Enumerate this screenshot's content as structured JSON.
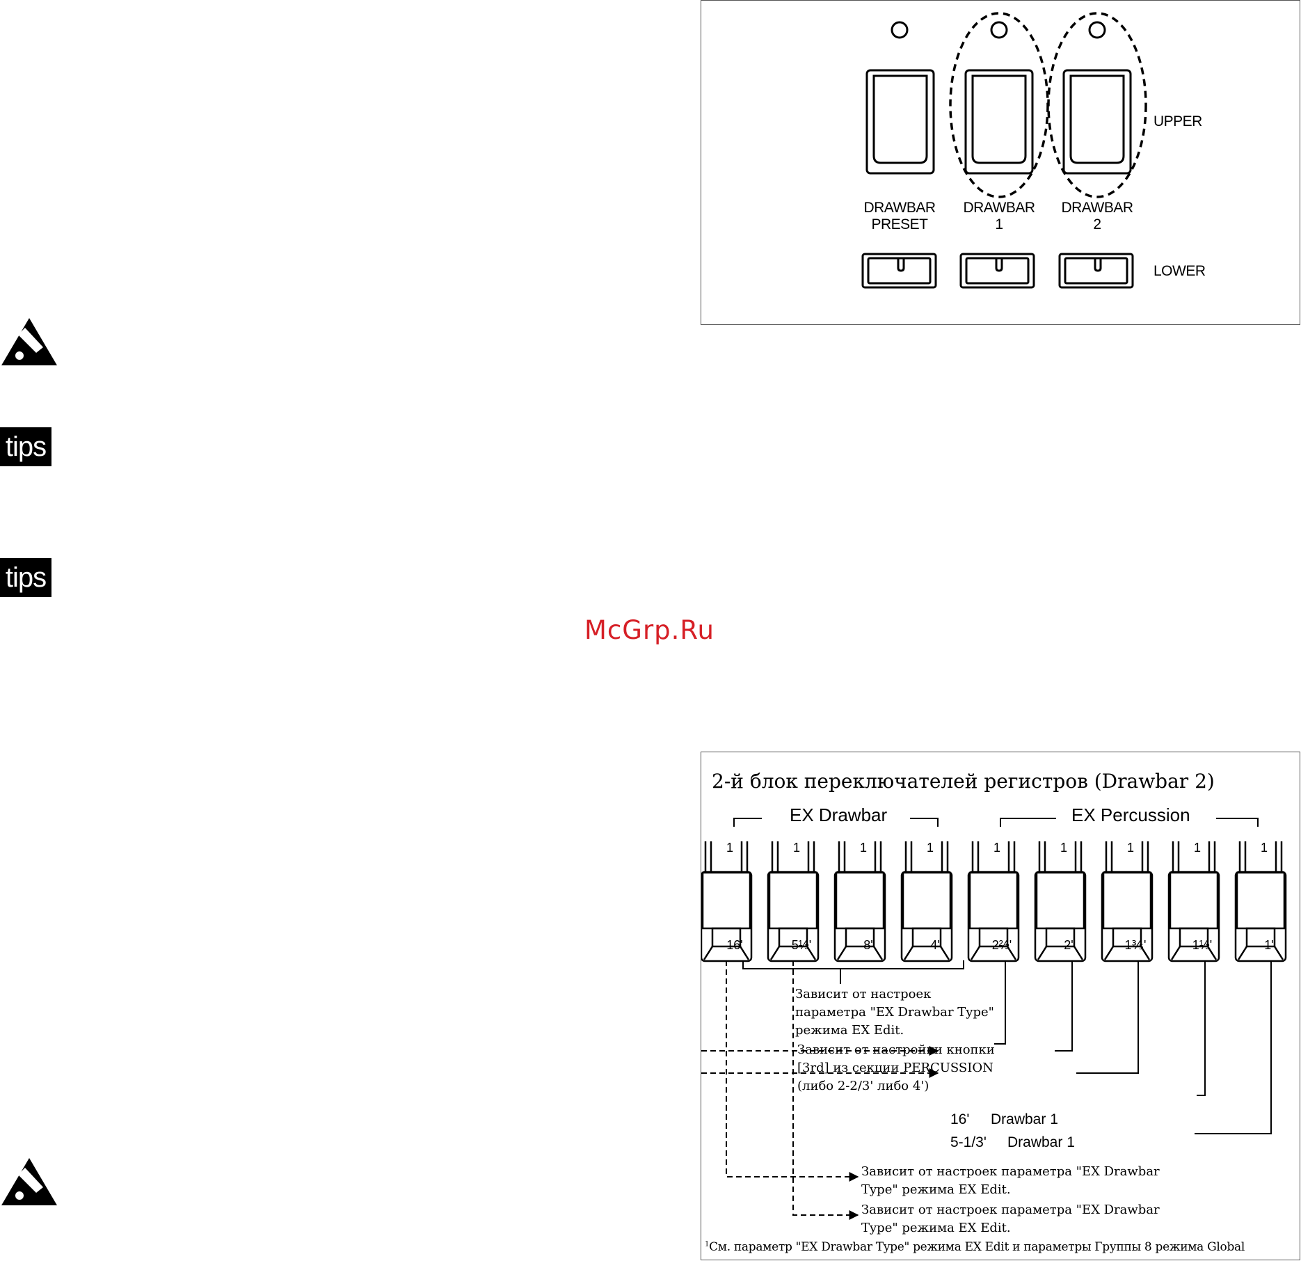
{
  "top_figure": {
    "labels": {
      "drawbar_preset": [
        "DRAWBAR",
        "PRESET"
      ],
      "drawbar_1": [
        "DRAWBAR",
        "1"
      ],
      "drawbar_2": [
        "DRAWBAR",
        "2"
      ],
      "upper": "UPPER",
      "lower": "LOWER"
    }
  },
  "margin_icons": {
    "tips_label": "tips"
  },
  "watermark": "McGrp.Ru",
  "bottom_figure": {
    "title": "2-й блок переключателей регистров (Drawbar 2)",
    "group_ex_drawbar": "EX Drawbar",
    "group_ex_percussion": "EX Percussion",
    "top_marker": "1",
    "footages": [
      "16'",
      "5⅓'",
      "8'",
      "4'",
      "2⅔'",
      "2'",
      "1⅗'",
      "1⅓'",
      "1'"
    ],
    "note_drawbar_type": [
      "Зависит от настроек",
      "параметра \"EX Drawbar Type\"",
      "режима EX Edit."
    ],
    "note_percussion": [
      "Зависит от настройки кнопки",
      "[3rd] из секции PERCUSSION",
      "(либо 2-2/3' либо 4')"
    ],
    "target_16": "16'",
    "target_16_source": "Drawbar 1",
    "target_513": "5-1/3'",
    "target_513_source": "Drawbar 1",
    "note_bottom_1": [
      "Зависит от настроек параметра \"EX Drawbar",
      "Type\" режима EX Edit."
    ],
    "note_bottom_2": [
      "Зависит от настроек параметра \"EX Drawbar",
      "Type\" режима EX Edit."
    ],
    "footnote_mark": "1",
    "footnote": "См. параметр \"EX Drawbar Type\" режима EX Edit и параметры Группы 8 режима Global"
  }
}
